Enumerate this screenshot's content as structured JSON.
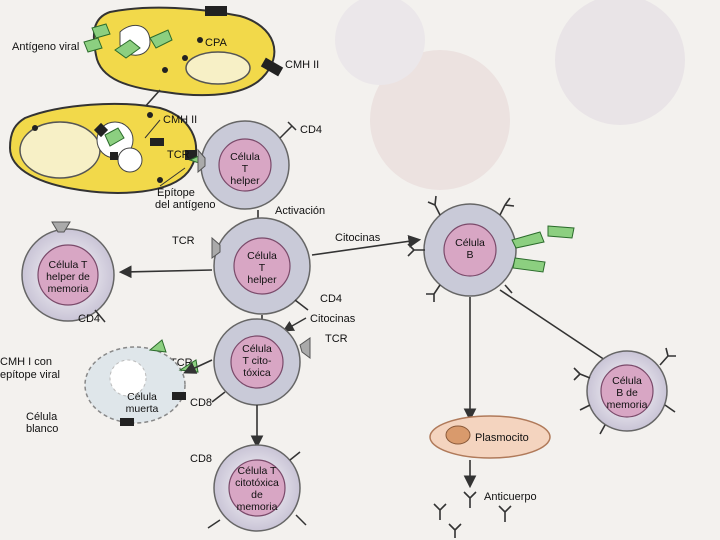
{
  "labels": {
    "antigeno_viral": "Antígeno viral",
    "cpa": "CPA",
    "cmh2_a": "CMH II",
    "cmh2_b": "CMH II",
    "tcr_1": "TCR",
    "cd4_1": "CD4",
    "epitope_1": "Epítope",
    "epitope_2": "del antígeno",
    "activacion": "Activación",
    "citocinas_1": "Citocinas",
    "tcr_2": "TCR",
    "cd4_2": "CD4",
    "cd4_3": "CD4",
    "citocinas_2": "Citocinas",
    "tcr_3": "TCR",
    "tcr_4": "TCR",
    "cmh1_1": "CMH I con",
    "cmh1_2": "epítope viral",
    "cd8_1": "CD8",
    "cd8_2": "CD8",
    "celula_blanco_1": "Célula",
    "celula_blanco_2": "blanco",
    "anticuerpo": "Anticuerpo",
    "plasmocito": "Plasmocito"
  },
  "cells": {
    "helper_main": [
      "Célula",
      "T",
      "helper"
    ],
    "helper_center": [
      "Célula",
      "T",
      "helper"
    ],
    "helper_memory": [
      "Célula T",
      "helper de",
      "memoria"
    ],
    "b_cell": [
      "Célula",
      "B"
    ],
    "t_cyto": [
      "Célula",
      "T cito-",
      "tóxica"
    ],
    "dead": [
      "Célula",
      "muerta"
    ],
    "cyto_memory": [
      "Célula T",
      "citotóxica",
      "de",
      "memoria"
    ],
    "b_memory": [
      "Célula",
      "B de",
      "memoria"
    ]
  }
}
